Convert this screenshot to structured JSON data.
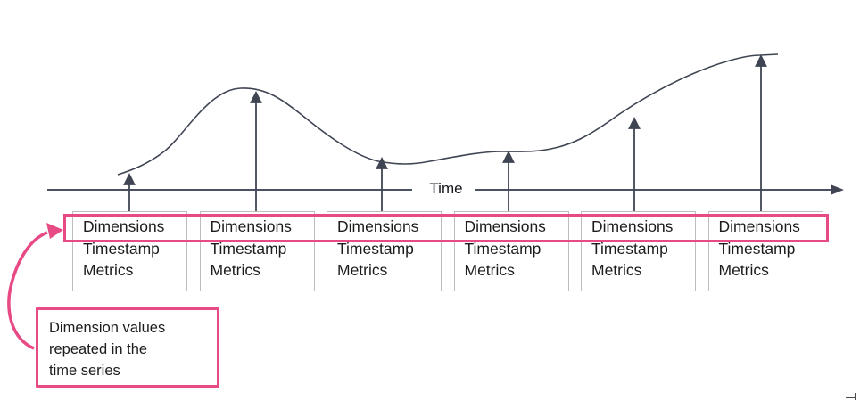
{
  "colors": {
    "accent_pink": "#e84a85",
    "ink": "#3f4553",
    "box_border": "#bdbdbd",
    "text": "#1c1c1c"
  },
  "axis": {
    "label": "Time"
  },
  "records": [
    {
      "dimensions": "Dimensions",
      "timestamp": "Timestamp",
      "metrics": "Metrics"
    },
    {
      "dimensions": "Dimensions",
      "timestamp": "Timestamp",
      "metrics": "Metrics"
    },
    {
      "dimensions": "Dimensions",
      "timestamp": "Timestamp",
      "metrics": "Metrics"
    },
    {
      "dimensions": "Dimensions",
      "timestamp": "Timestamp",
      "metrics": "Metrics"
    },
    {
      "dimensions": "Dimensions",
      "timestamp": "Timestamp",
      "metrics": "Metrics"
    },
    {
      "dimensions": "Dimensions",
      "timestamp": "Timestamp",
      "metrics": "Metrics"
    }
  ],
  "callout": {
    "lines": [
      "Dimension values",
      "repeated in the",
      "time series"
    ]
  }
}
